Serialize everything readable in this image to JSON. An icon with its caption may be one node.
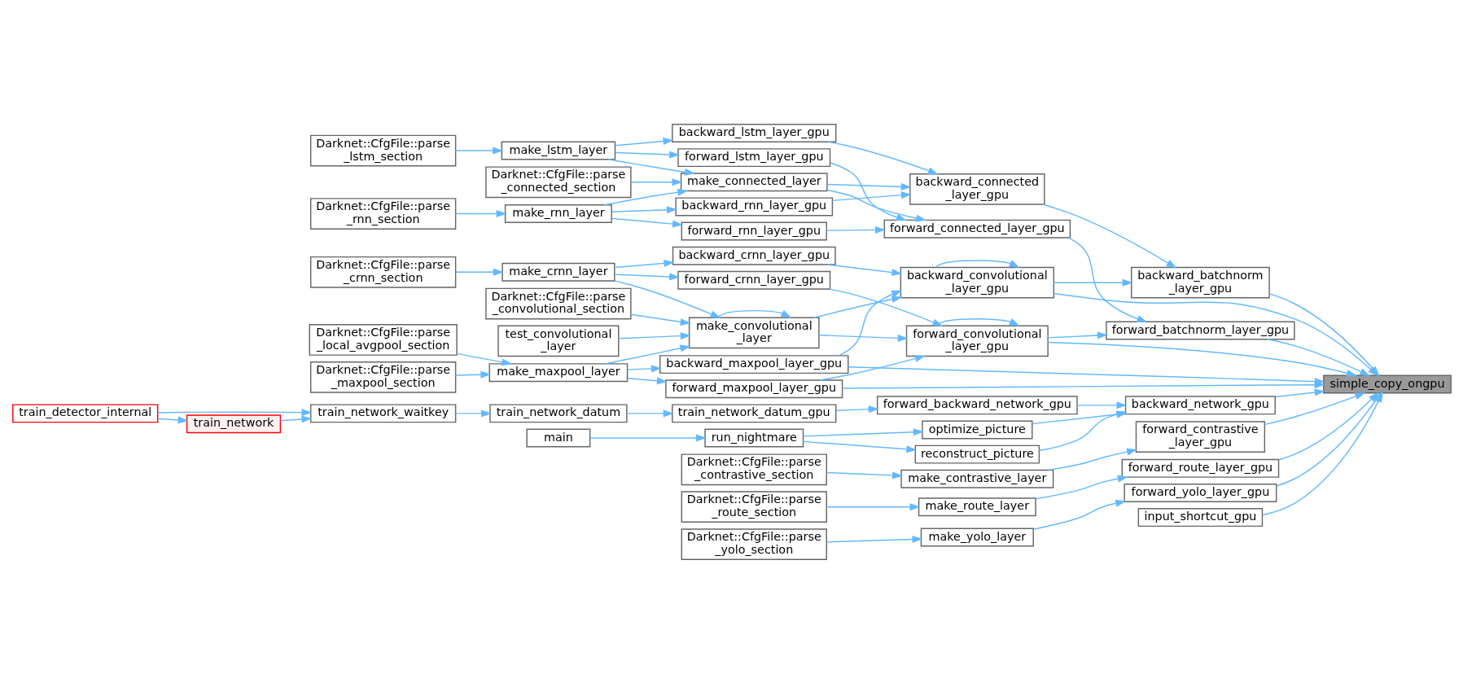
{
  "diagram": {
    "nodes": [
      {
        "text": [
          "Darknet::CfgFile::parse _lstm_section"
        ]
      },
      {
        "text": [
          "make_lstm_layer"
        ]
      },
      {
        "text": [
          "backward_lstm_layer_gpu"
        ]
      },
      {
        "text": [
          "forward_lstm_layer_gpu"
        ]
      },
      {
        "text": [
          "Darknet::CfgFile::parse _connected_section"
        ]
      },
      {
        "text": [
          "make_connected_layer"
        ]
      },
      {
        "text": [
          "backward_connected _layer_gpu"
        ]
      },
      {
        "text": [
          "Darknet::CfgFile::parse _rnn_section"
        ]
      },
      {
        "text": [
          "make_rnn_layer"
        ]
      },
      {
        "text": [
          "backward_rnn_layer_gpu"
        ]
      },
      {
        "text": [
          "forward_rnn_layer_gpu"
        ]
      },
      {
        "text": [
          "forward_connected_layer_gpu"
        ]
      },
      {
        "text": [
          "backward_batchnorm _layer_gpu"
        ]
      },
      {
        "text": [
          "forward_batchnorm_layer_gpu"
        ]
      },
      {
        "text": [
          "Darknet::CfgFile::parse _crnn_section"
        ]
      },
      {
        "text": [
          "make_crnn_layer"
        ]
      },
      {
        "text": [
          "backward_crnn_layer_gpu"
        ]
      },
      {
        "text": [
          "forward_crnn_layer_gpu"
        ]
      },
      {
        "text": [
          "backward_convolutional _layer_gpu"
        ]
      },
      {
        "text": [
          "Darknet::CfgFile::parse _convolutional_section"
        ]
      },
      {
        "text": [
          "test_convolutional _layer"
        ]
      },
      {
        "text": [
          "make_convolutional _layer"
        ]
      },
      {
        "text": [
          "forward_convolutional _layer_gpu"
        ]
      },
      {
        "text": [
          "Darknet::CfgFile::parse _local_avgpool_section"
        ]
      },
      {
        "text": [
          "Darknet::CfgFile::parse _maxpool_section"
        ]
      },
      {
        "text": [
          "make_maxpool_layer"
        ]
      },
      {
        "text": [
          "backward_maxpool_layer_gpu"
        ]
      },
      {
        "text": [
          "forward_maxpool_layer_gpu"
        ]
      },
      {
        "text": [
          "simple_copy_ongpu"
        ]
      },
      {
        "text": [
          "train_detector_internal"
        ]
      },
      {
        "text": [
          "train_network"
        ]
      },
      {
        "text": [
          "train_network_waitkey"
        ]
      },
      {
        "text": [
          "train_network_datum"
        ]
      },
      {
        "text": [
          "train_network_datum_gpu"
        ]
      },
      {
        "text": [
          "forward_backward_network_gpu"
        ]
      },
      {
        "text": [
          "backward_network_gpu"
        ]
      },
      {
        "text": [
          "main"
        ]
      },
      {
        "text": [
          "run_nightmare"
        ]
      },
      {
        "text": [
          "optimize_picture"
        ]
      },
      {
        "text": [
          "reconstruct_picture"
        ]
      },
      {
        "text": [
          "Darknet::CfgFile::parse _contrastive_section"
        ]
      },
      {
        "text": [
          "make_contrastive_layer"
        ]
      },
      {
        "text": [
          "forward_contrastive _layer_gpu"
        ]
      },
      {
        "text": [
          "forward_route_layer_gpu"
        ]
      },
      {
        "text": [
          "Darknet::CfgFile::parse _route_section"
        ]
      },
      {
        "text": [
          "make_route_layer"
        ]
      },
      {
        "text": [
          "forward_yolo_layer_gpu"
        ]
      },
      {
        "text": [
          "Darknet::CfgFile::parse _yolo_section"
        ]
      },
      {
        "text": [
          "make_yolo_layer"
        ]
      },
      {
        "text": [
          "input_shortcut_gpu"
        ]
      }
    ],
    "edges": [
      {
        "from": 0,
        "to": 1,
        "arrow": "to"
      },
      {
        "from": 1,
        "to": 2,
        "arrow": "to"
      },
      {
        "from": 1,
        "to": 3,
        "arrow": "to"
      },
      {
        "from": 1,
        "to": 5,
        "arrow": "to"
      },
      {
        "from": 4,
        "to": 5,
        "arrow": "to"
      },
      {
        "from": 5,
        "to": 6,
        "arrow": "to"
      },
      {
        "from": 5,
        "to": 11,
        "arrow": "to"
      },
      {
        "from": 8,
        "to": 5,
        "arrow": "to"
      },
      {
        "from": 7,
        "to": 8,
        "arrow": "to"
      },
      {
        "from": 8,
        "to": 9,
        "arrow": "to"
      },
      {
        "from": 8,
        "to": 10,
        "arrow": "to"
      },
      {
        "from": 2,
        "to": 6,
        "arrow": "to"
      },
      {
        "from": 3,
        "to": 11,
        "arrow": "to"
      },
      {
        "from": 9,
        "to": 6,
        "arrow": "to"
      },
      {
        "from": 10,
        "to": 11,
        "arrow": "to"
      },
      {
        "from": 6,
        "to": 12,
        "arrow": "to"
      },
      {
        "from": 11,
        "to": 13,
        "arrow": "to"
      },
      {
        "from": 12,
        "to": 28,
        "arrow": "to"
      },
      {
        "from": 13,
        "to": 28,
        "arrow": "to"
      },
      {
        "from": 14,
        "to": 15,
        "arrow": "to"
      },
      {
        "from": 15,
        "to": 16,
        "arrow": "to"
      },
      {
        "from": 15,
        "to": 17,
        "arrow": "to"
      },
      {
        "from": 15,
        "to": 21,
        "arrow": "to"
      },
      {
        "from": 16,
        "to": 18,
        "arrow": "to"
      },
      {
        "from": 17,
        "to": 22,
        "arrow": "to"
      },
      {
        "from": 18,
        "to": 18,
        "arrow": "to"
      },
      {
        "from": 18,
        "to": 12,
        "arrow": "to"
      },
      {
        "from": 18,
        "to": 28,
        "arrow": "to"
      },
      {
        "from": 22,
        "to": 22,
        "arrow": "to"
      },
      {
        "from": 22,
        "to": 13,
        "arrow": "to"
      },
      {
        "from": 22,
        "to": 28,
        "arrow": "to"
      },
      {
        "from": 19,
        "to": 21,
        "arrow": "to"
      },
      {
        "from": 20,
        "to": 21,
        "arrow": "to"
      },
      {
        "from": 21,
        "to": 21,
        "arrow": "to"
      },
      {
        "from": 21,
        "to": 18,
        "arrow": "to"
      },
      {
        "from": 21,
        "to": 22,
        "arrow": "to"
      },
      {
        "from": 23,
        "to": 25,
        "arrow": "to"
      },
      {
        "from": 24,
        "to": 25,
        "arrow": "to"
      },
      {
        "from": 25,
        "to": 21,
        "arrow": "to"
      },
      {
        "from": 25,
        "to": 26,
        "arrow": "to"
      },
      {
        "from": 25,
        "to": 27,
        "arrow": "to"
      },
      {
        "from": 26,
        "to": 18,
        "arrow": "to"
      },
      {
        "from": 26,
        "to": 28,
        "arrow": "to"
      },
      {
        "from": 27,
        "to": 22,
        "arrow": "to"
      },
      {
        "from": 27,
        "to": 28,
        "arrow": "to"
      },
      {
        "from": 29,
        "to": 31,
        "arrow": "to"
      },
      {
        "from": 29,
        "to": 30,
        "arrow": "to"
      },
      {
        "from": 30,
        "to": 31,
        "arrow": "to"
      },
      {
        "from": 31,
        "to": 32,
        "arrow": "to"
      },
      {
        "from": 32,
        "to": 33,
        "arrow": "to"
      },
      {
        "from": 33,
        "to": 34,
        "arrow": "to"
      },
      {
        "from": 34,
        "to": 35,
        "arrow": "to"
      },
      {
        "from": 35,
        "to": 28,
        "arrow": "to"
      },
      {
        "from": 36,
        "to": 37,
        "arrow": "to"
      },
      {
        "from": 37,
        "to": 38,
        "arrow": "to"
      },
      {
        "from": 37,
        "to": 39,
        "arrow": "to"
      },
      {
        "from": 38,
        "to": 35,
        "arrow": "to"
      },
      {
        "from": 39,
        "to": 35,
        "arrow": "to"
      },
      {
        "from": 40,
        "to": 41,
        "arrow": "to"
      },
      {
        "from": 41,
        "to": 42,
        "arrow": "to"
      },
      {
        "from": 42,
        "to": 28,
        "arrow": "to"
      },
      {
        "from": 44,
        "to": 45,
        "arrow": "to"
      },
      {
        "from": 45,
        "to": 43,
        "arrow": "to"
      },
      {
        "from": 43,
        "to": 28,
        "arrow": "to"
      },
      {
        "from": 47,
        "to": 48,
        "arrow": "to"
      },
      {
        "from": 48,
        "to": 46,
        "arrow": "to"
      },
      {
        "from": 46,
        "to": 28,
        "arrow": "to"
      },
      {
        "from": 49,
        "to": 28,
        "arrow": "to"
      }
    ]
  }
}
